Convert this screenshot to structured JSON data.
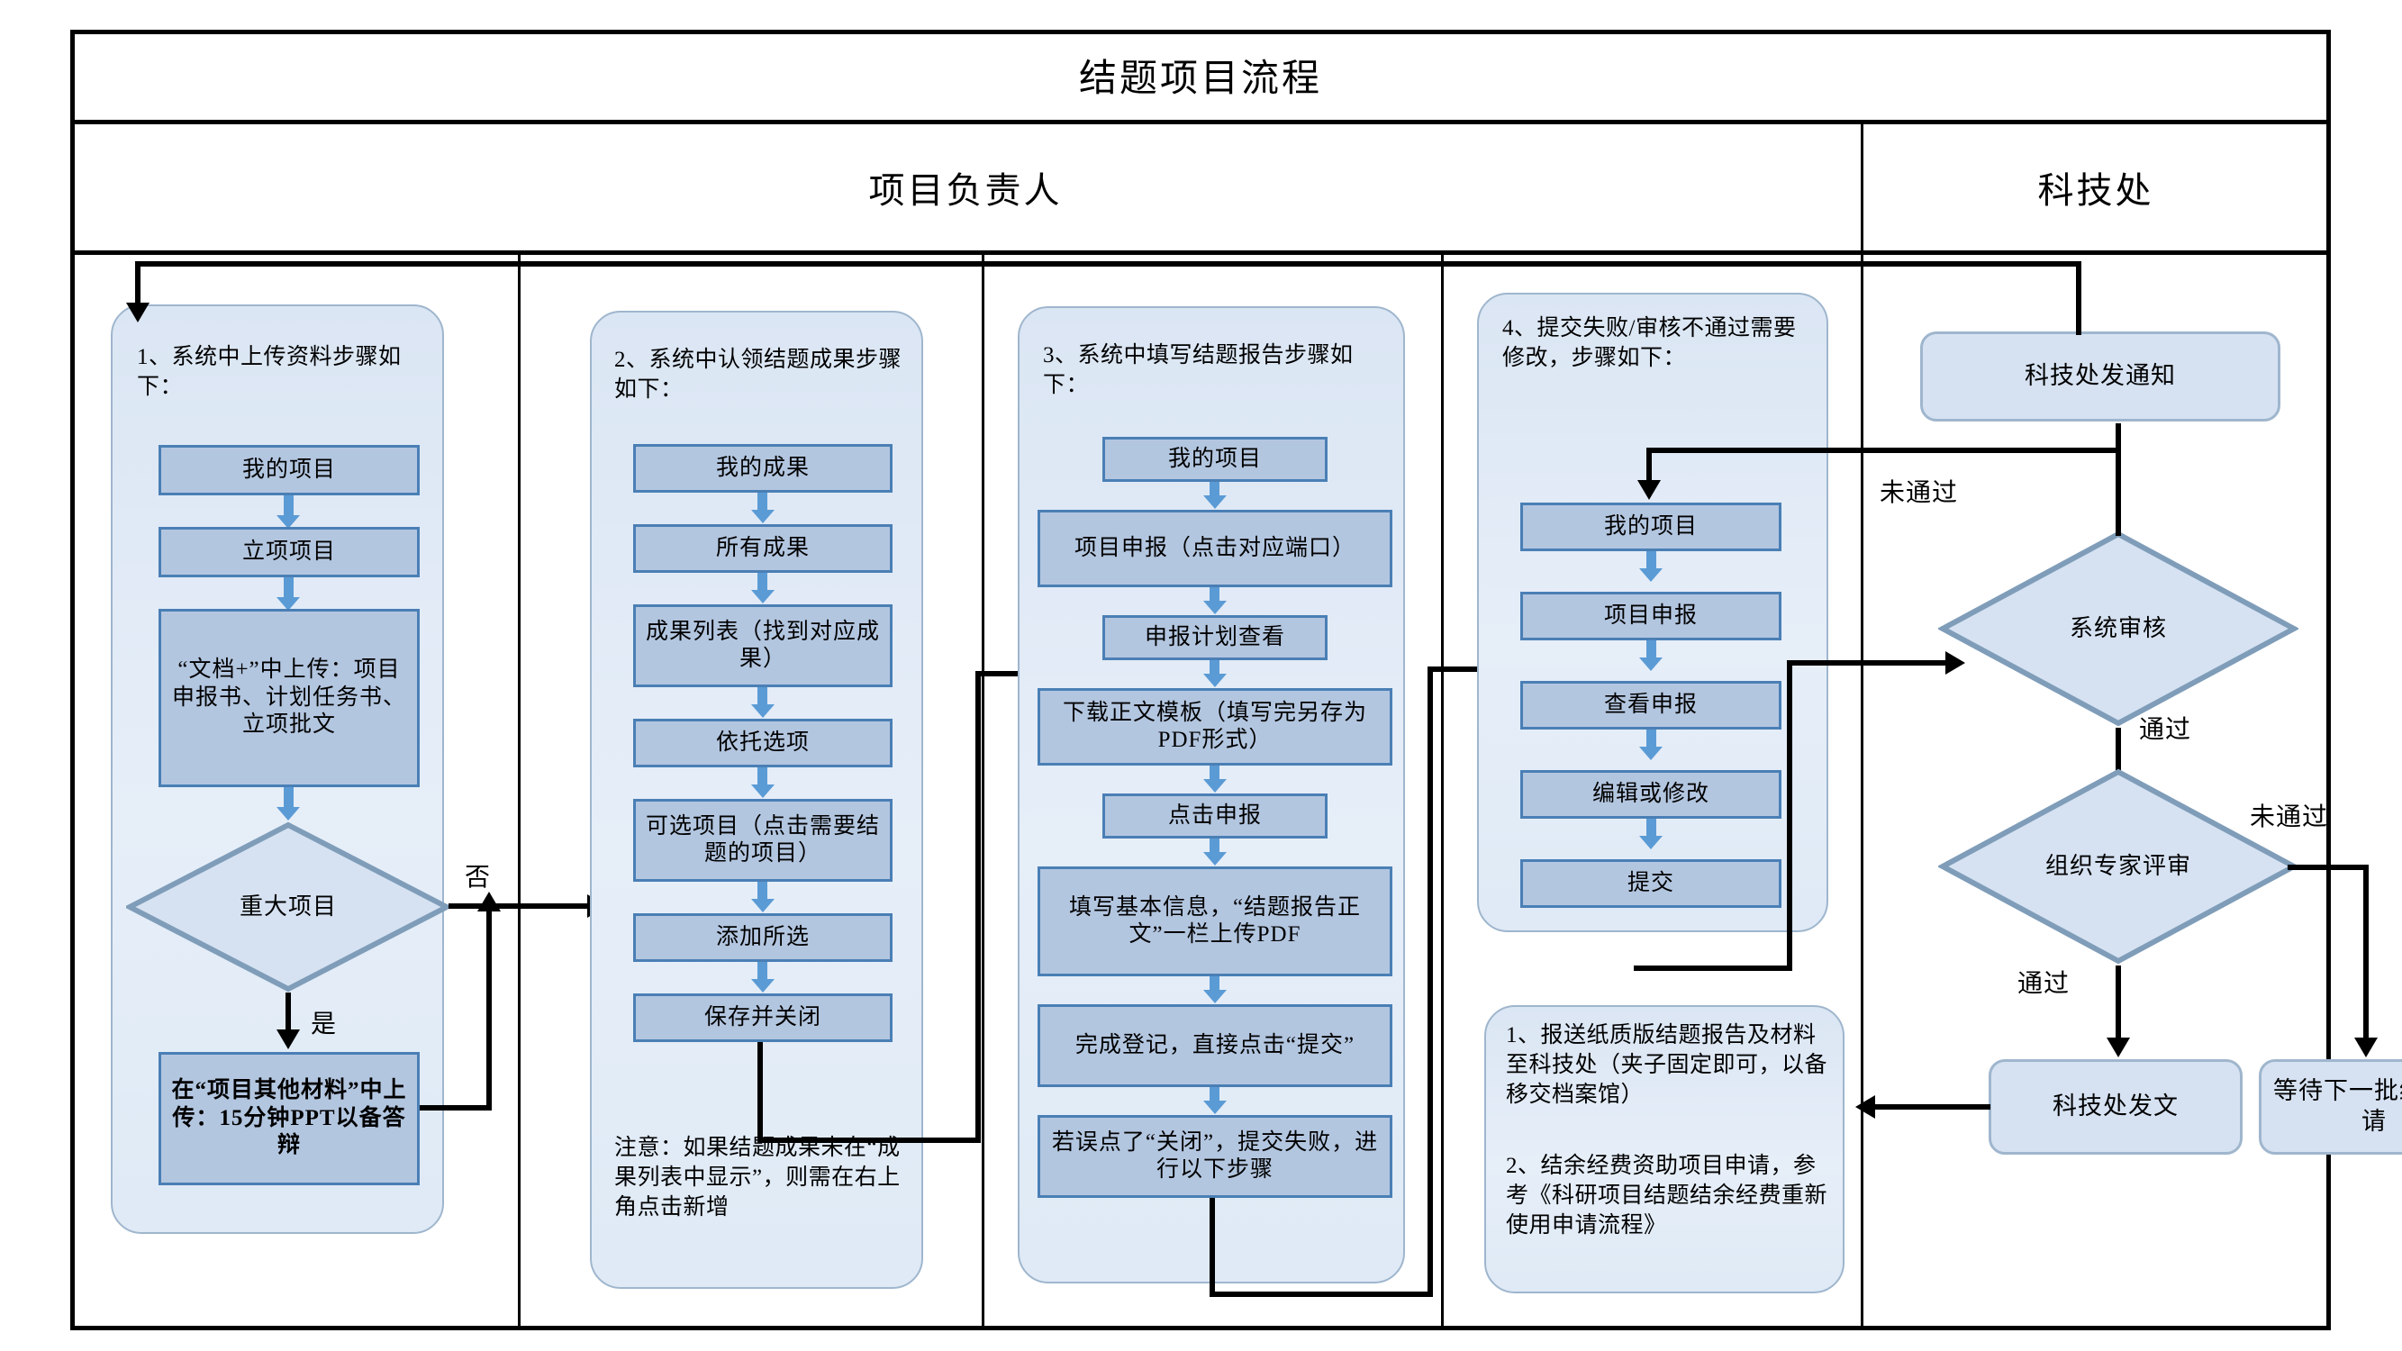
{
  "diagram": {
    "title": "结题项目流程",
    "lanes": [
      {
        "name": "项目负责人"
      },
      {
        "name": "科技处"
      }
    ]
  },
  "col1": {
    "heading": "1、系统中上传资料步骤如下：",
    "steps": [
      {
        "label": "我的项目"
      },
      {
        "label": "立项项目"
      },
      {
        "label": "“文档+”中上传：项目申报书、计划任务书、立项批文"
      }
    ],
    "decision": "重大项目",
    "decision_yes": "是",
    "decision_no": "否",
    "final_box": "在“项目其他材料”中上传：15分钟PPT以备答辩"
  },
  "col2": {
    "heading": "2、系统中认领结题成果步骤如下：",
    "steps": [
      {
        "label": "我的成果"
      },
      {
        "label": "所有成果"
      },
      {
        "label": "成果列表（找到对应成果）"
      },
      {
        "label": "依托选项"
      },
      {
        "label": "可选项目（点击需要结题的项目）"
      },
      {
        "label": "添加所选"
      },
      {
        "label": "保存并关闭"
      }
    ],
    "note": "注意：如果结题成果未在“成果列表中显示”，则需在右上角点击新增"
  },
  "col3": {
    "heading": "3、系统中填写结题报告步骤如下：",
    "steps": [
      {
        "label": "我的项目"
      },
      {
        "label": "项目申报（点击对应端口）"
      },
      {
        "label": "申报计划查看"
      },
      {
        "label": "下载正文模板（填写完另存为PDF形式）"
      },
      {
        "label": "点击申报"
      },
      {
        "label": "填写基本信息，“结题报告正文”一栏上传PDF"
      },
      {
        "label": "完成登记，直接点击“提交”"
      },
      {
        "label": "若误点了“关闭”，提交失败，进行以下步骤"
      }
    ]
  },
  "col4": {
    "heading": "4、提交失败/审核不通过需要修改，步骤如下：",
    "steps": [
      {
        "label": "我的项目"
      },
      {
        "label": "项目申报"
      },
      {
        "label": "查看申报"
      },
      {
        "label": "编辑或修改"
      },
      {
        "label": "提交"
      }
    ],
    "footer_notes": [
      "1、报送纸质版结题报告及材料至科技处（夹子固定即可，以备移交档案馆）",
      "2、结余经费资助项目申请，参考《科研项目结题结余经费重新使用申请流程》"
    ]
  },
  "col5": {
    "notice_box": "科技处发通知",
    "decision_system": "系统审核",
    "decision_expert": "组织专家评审",
    "label_fail_system": "未通过",
    "label_pass_system": "通过",
    "label_fail_expert": "未通过",
    "label_pass_expert": "通过",
    "result_issue": "科技处发文",
    "result_wait": "等待下一批结题申请"
  },
  "colors": {
    "box_fill": "#b3c6e0",
    "box_border": "#4a7fb5",
    "panel_fill": "#dfeaf6",
    "panel_border": "#9fb6cd",
    "connector": "#5b9bd5",
    "line": "#000000"
  }
}
